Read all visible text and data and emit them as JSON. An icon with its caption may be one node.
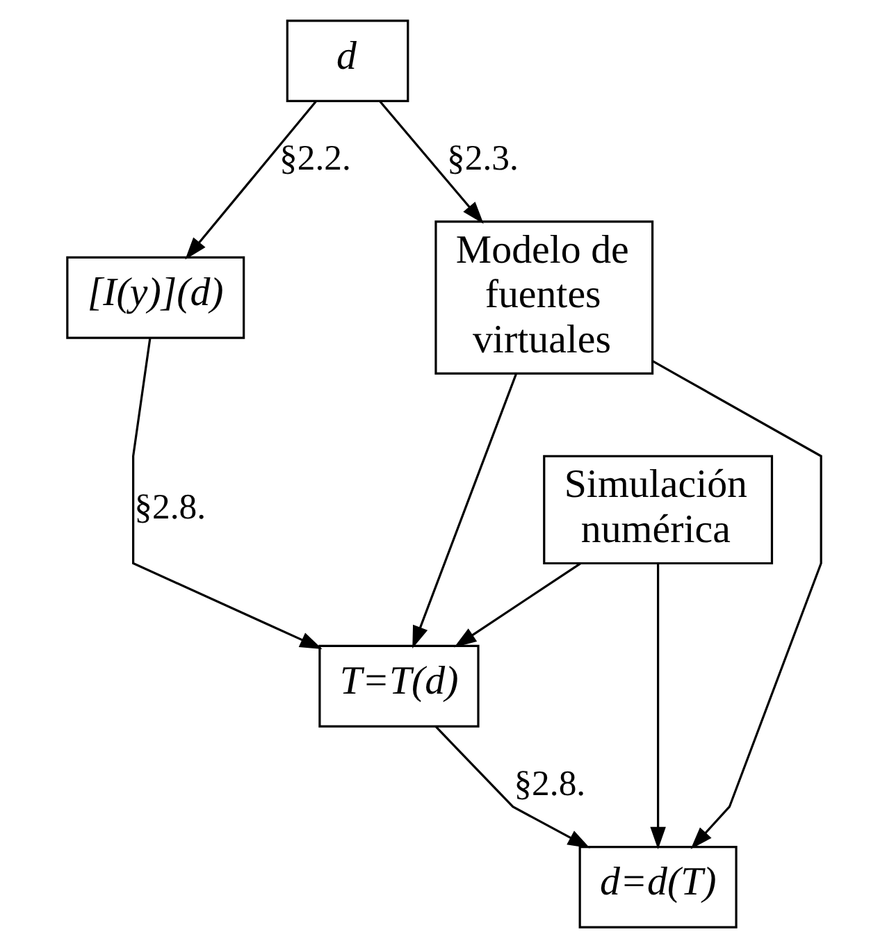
{
  "diagram": {
    "nodes": [
      {
        "text": [
          "d"
        ]
      },
      {
        "text": [
          "[I(y)](d)"
        ]
      },
      {
        "text": [
          "Modelo de fuentes virtuales"
        ]
      },
      {
        "text": [
          "Simulación numérica"
        ]
      },
      {
        "text": [
          "T=T(d)"
        ]
      },
      {
        "text": [
          "d=d(T)"
        ]
      }
    ],
    "edges": [
      {
        "from": 0,
        "to": 1,
        "arrow": "to",
        "label": "§2.2."
      },
      {
        "from": 0,
        "to": 2,
        "arrow": "to",
        "label": "§2.3."
      },
      {
        "from": 1,
        "to": 4,
        "arrow": "to",
        "label": "§2.8."
      },
      {
        "from": 3,
        "to": 4,
        "arrow": "to"
      },
      {
        "from": 2,
        "to": 4,
        "arrow": "to"
      },
      {
        "from": 4,
        "to": 5,
        "arrow": "to",
        "label": "§2.8."
      },
      {
        "from": 3,
        "to": 5,
        "arrow": "to"
      },
      {
        "from": 2,
        "to": 5,
        "arrow": "to"
      }
    ]
  }
}
